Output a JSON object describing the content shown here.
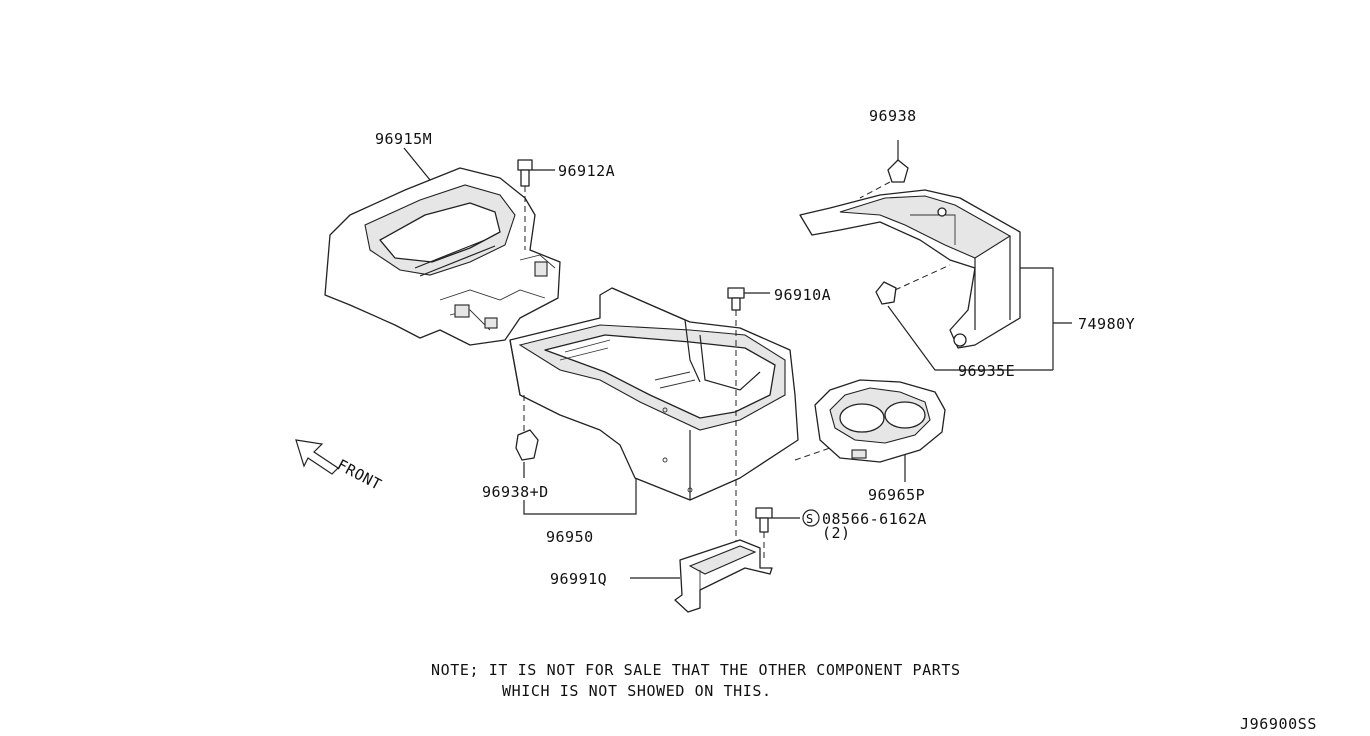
{
  "parts": {
    "armrest_lid": "96915M",
    "screw_top": "96912A",
    "bolt_center": "96910A",
    "clip_left": "96938+D",
    "console_box": "96950",
    "bracket_bottom": "96991Q",
    "bolt_s_code": "08566-6162A",
    "bolt_s_qty": "(2)",
    "cup_holder": "96965P",
    "rear_clip": "96938",
    "rear_bracket": "74980Y",
    "rear_clip_e": "96935E"
  },
  "s_symbol": "S",
  "front_label": "FRONT",
  "note": {
    "line1": "NOTE;  IT IS NOT FOR SALE THAT THE OTHER COMPONENT PARTS",
    "line2": "WHICH IS NOT SHOWED ON THIS."
  },
  "diagram_code": "J96900SS"
}
